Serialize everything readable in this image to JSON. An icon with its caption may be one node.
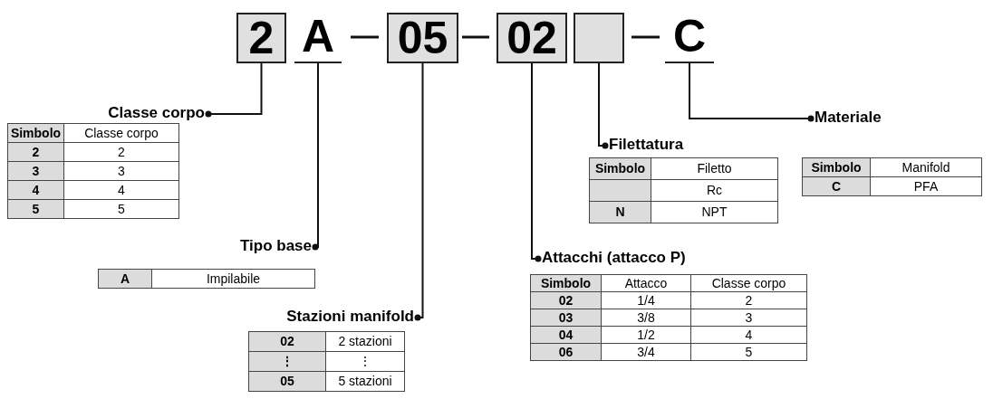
{
  "diagram": {
    "nodes": [
      {
        "text": [
          "2"
        ]
      },
      {
        "text": [
          "A"
        ]
      },
      {
        "text": [
          "05"
        ]
      },
      {
        "text": [
          "02"
        ]
      },
      {
        "text": [],
        "shape": "box"
      },
      {
        "text": [
          "C"
        ]
      },
      {
        "text": [
          "Classe corpo"
        ]
      },
      {
        "text": [
          "Materiale"
        ]
      },
      {
        "text": [
          "Filettatura"
        ]
      },
      {
        "text": [
          "Tipo base"
        ]
      },
      {
        "text": [
          "Attacchi (attacco P)"
        ]
      },
      {
        "text": [
          "Stazioni manifold"
        ]
      }
    ],
    "edges": [
      {
        "from": 0,
        "to": 6,
        "arrow": "other"
      },
      {
        "from": 1,
        "to": 9,
        "arrow": "other"
      },
      {
        "from": 2,
        "to": 11,
        "arrow": "other"
      },
      {
        "from": 3,
        "to": 10,
        "arrow": "other"
      },
      {
        "from": 4,
        "to": 8,
        "arrow": "other"
      },
      {
        "from": 5,
        "to": 7,
        "arrow": "other"
      }
    ],
    "labels": [
      "Simbolo",
      "Classe corpo",
      "2",
      "2",
      "3",
      "3",
      "4",
      "4",
      "5",
      "5",
      "Simbolo",
      "Manifold",
      "C",
      "PFA",
      "Simbolo",
      "Filetto",
      "Rc",
      "N",
      "NPT",
      "A",
      "Impilabile",
      "Simbolo",
      "Attacco",
      "Classe corpo",
      "02",
      "1/4",
      "2",
      "03",
      "3/8",
      "3",
      "04",
      "1/2",
      "4",
      "06",
      "3/4",
      "5",
      "02",
      "2 stazioni",
      "⋮",
      "⋮",
      "05",
      "5 stazioni"
    ]
  }
}
